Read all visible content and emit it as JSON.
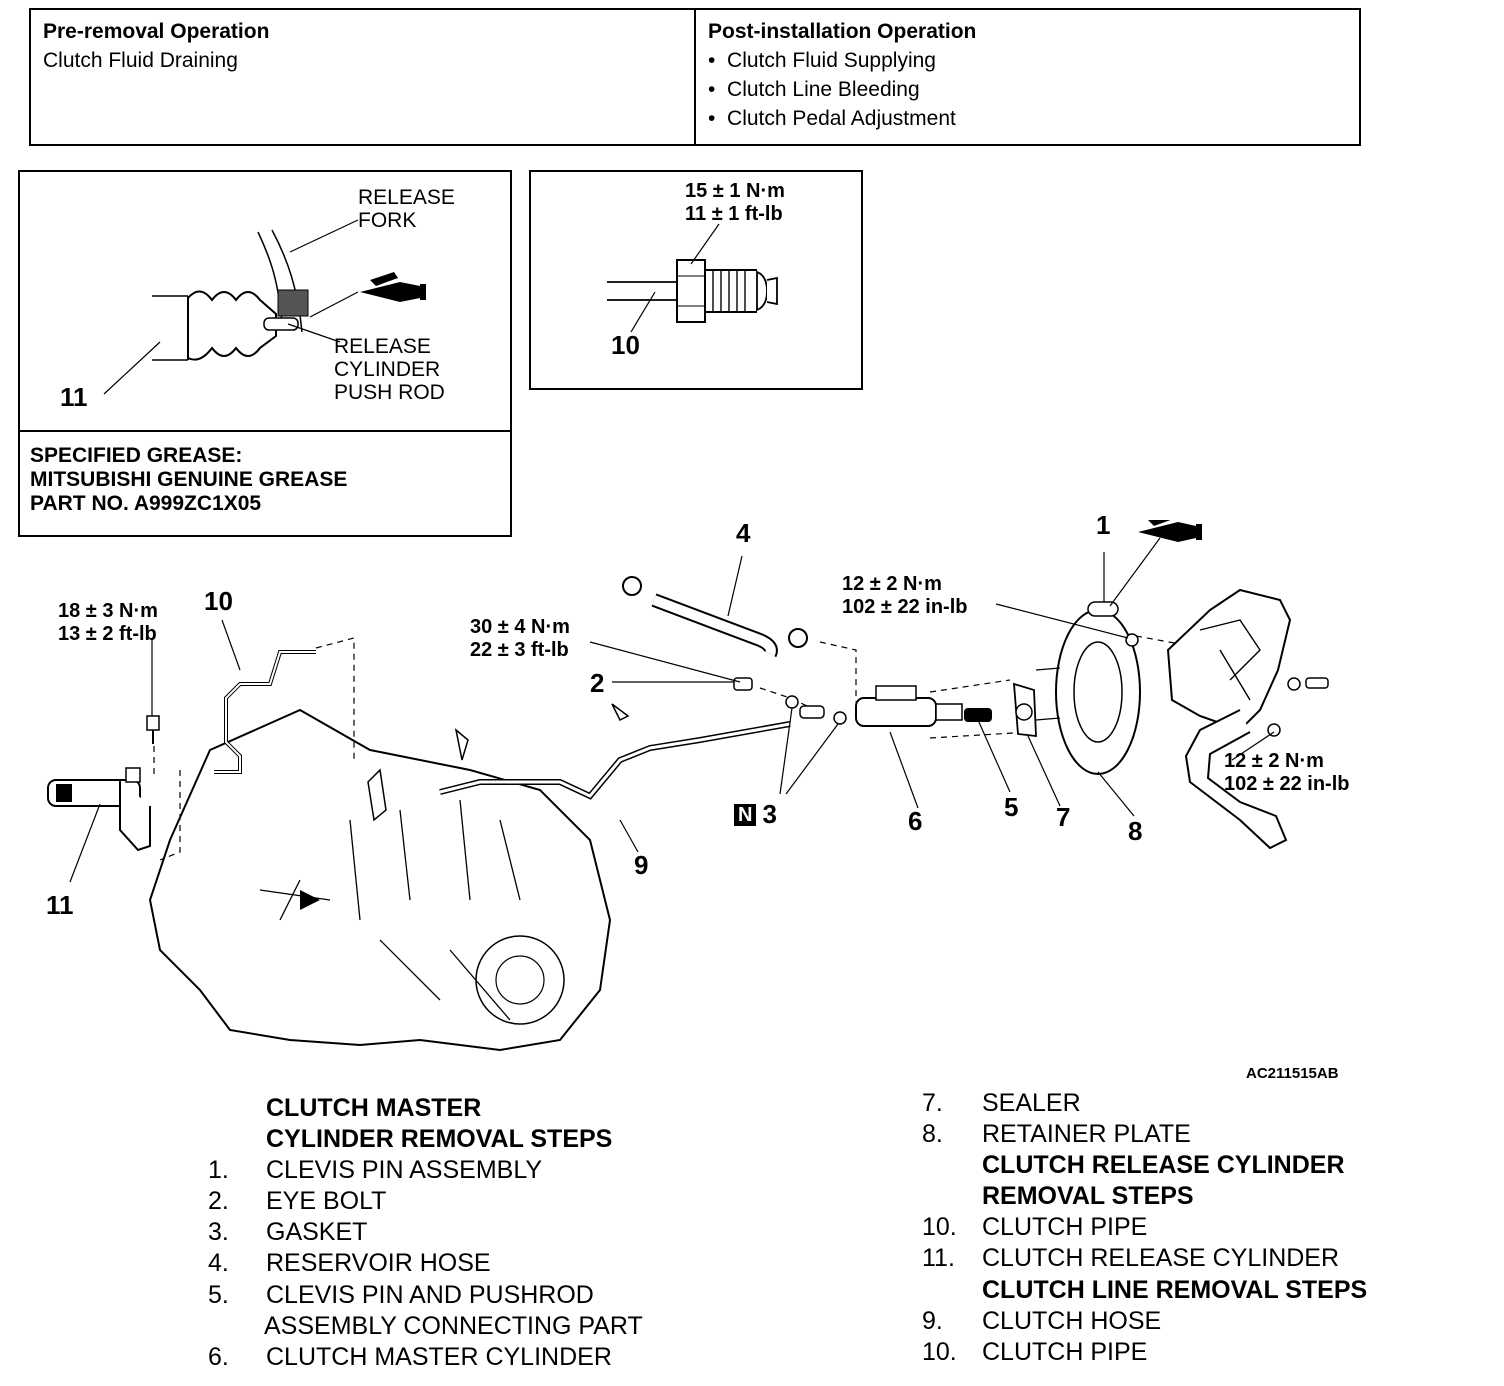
{
  "ops": {
    "pre_title": "Pre-removal Operation",
    "pre_items": [
      "Clutch Fluid Draining"
    ],
    "post_title": "Post-installation Operation",
    "post_items": [
      "Clutch Fluid Supplying",
      "Clutch Line Bleeding",
      "Clutch Pedal Adjustment"
    ]
  },
  "inset1": {
    "release_fork": [
      "RELEASE",
      "FORK"
    ],
    "push_rod": [
      "RELEASE",
      "CYLINDER",
      "PUSH ROD"
    ],
    "callout": "11",
    "grease": [
      "SPECIFIED GREASE:",
      "MITSUBISHI GENUINE GREASE",
      "PART NO. A999ZC1X05"
    ]
  },
  "inset2": {
    "torque": [
      "15 ± 1 N·m",
      "11 ± 1 ft-lb"
    ],
    "callout": "10"
  },
  "main": {
    "torque_a": [
      "18 ± 3 N·m",
      "13 ± 2 ft-lb"
    ],
    "torque_b": [
      "30 ± 4 N·m",
      "22 ± 3 ft-lb"
    ],
    "torque_c": [
      "12 ± 2 N·m",
      "102 ± 22 in-lb"
    ],
    "torque_d": [
      "12 ± 2 N·m",
      "102 ± 22 in-lb"
    ],
    "callouts": {
      "c1": "1",
      "c2": "2",
      "c3": "3",
      "c4": "4",
      "c5": "5",
      "c6": "6",
      "c7": "7",
      "c8": "8",
      "c9": "9",
      "c10": "10",
      "c11": "11"
    },
    "n_mark": "N",
    "figure_code": "AC211515AB"
  },
  "steps_left": {
    "heading": [
      "CLUTCH MASTER",
      "CYLINDER REMOVAL STEPS"
    ],
    "items": [
      {
        "num": "1.",
        "text": "CLEVIS PIN ASSEMBLY"
      },
      {
        "num": "2.",
        "text": "EYE BOLT"
      },
      {
        "num": "3.",
        "text": "GASKET"
      },
      {
        "num": "4.",
        "text": "RESERVOIR HOSE"
      },
      {
        "num": "5.",
        "text": "CLEVIS PIN AND PUSHROD"
      },
      {
        "num": "",
        "text": "ASSEMBLY CONNECTING PART"
      },
      {
        "num": "6.",
        "text": "CLUTCH MASTER CYLINDER"
      }
    ]
  },
  "steps_right": {
    "item7": {
      "num": "7.",
      "text": "SEALER"
    },
    "item8": {
      "num": "8.",
      "text": "RETAINER PLATE"
    },
    "heading_release": [
      "CLUTCH RELEASE CYLINDER",
      "REMOVAL STEPS"
    ],
    "item10a": {
      "num": "10.",
      "text": "CLUTCH PIPE"
    },
    "item11": {
      "num": "11.",
      "text": "CLUTCH RELEASE CYLINDER"
    },
    "heading_line": "CLUTCH LINE REMOVAL STEPS",
    "item9": {
      "num": "9.",
      "text": "CLUTCH HOSE"
    },
    "item10b": {
      "num": "10.",
      "text": "CLUTCH PIPE"
    }
  }
}
